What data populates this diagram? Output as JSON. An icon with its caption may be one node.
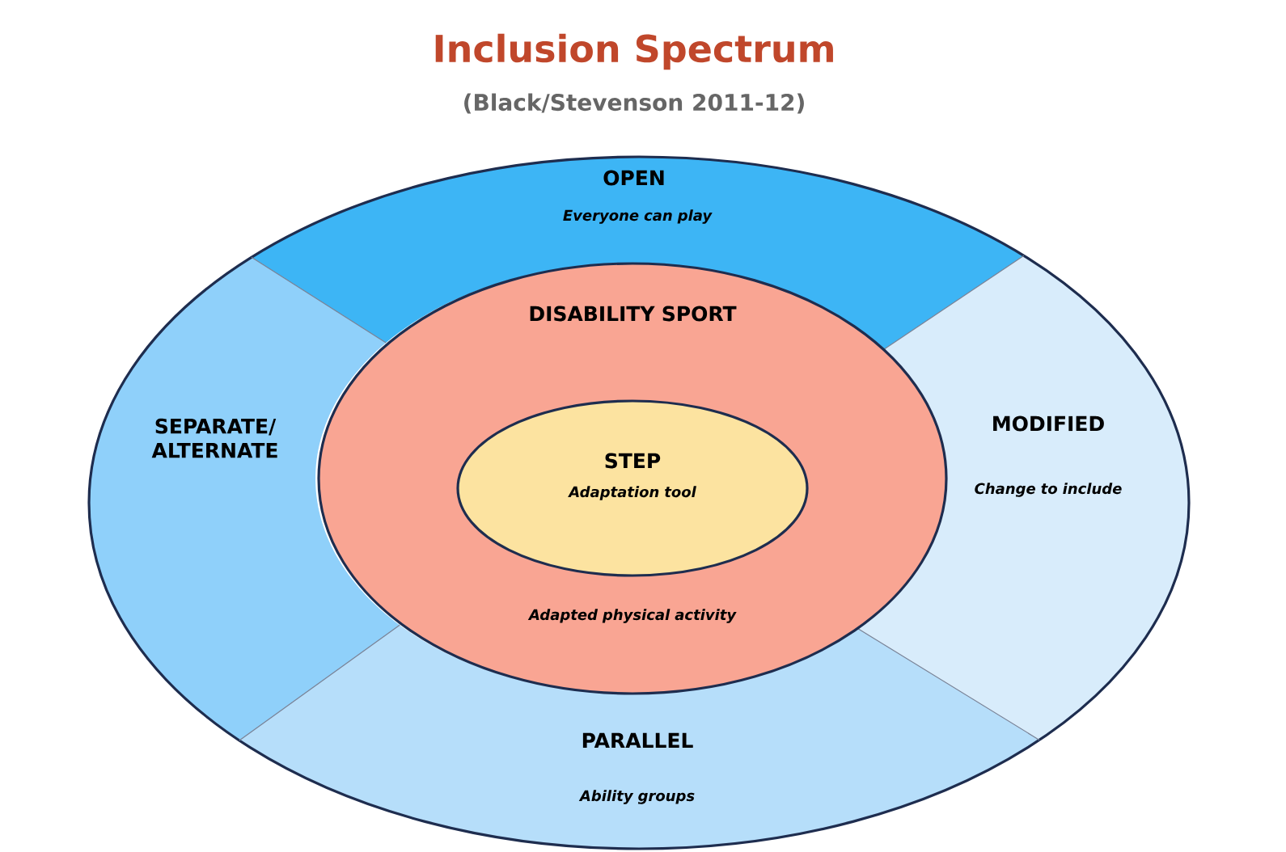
{
  "diagram": {
    "title": "Inclusion Spectrum",
    "nodes": [
      {
        "text": [
          "OPEN",
          "Everyone can play"
        ]
      },
      {
        "text": [
          "SEPARATE/ ALTERNATE"
        ]
      },
      {
        "text": [
          "MODIFIED",
          "Change to include"
        ]
      },
      {
        "text": [
          "PARALLEL",
          "Ability groups"
        ]
      },
      {
        "text": [
          "DISABILITY SPORT",
          "Adapted physical activity"
        ]
      },
      {
        "text": [
          "STEP",
          "Adaptation tool"
        ],
        "in": 4
      }
    ],
    "labels": [
      "(Black/Stevenson 2011-12)"
    ]
  }
}
